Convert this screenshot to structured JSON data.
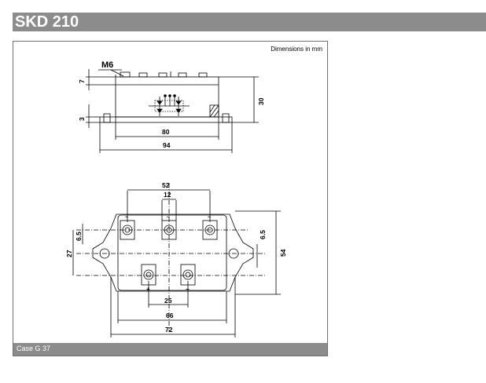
{
  "header": {
    "title": "SKD 210"
  },
  "drawing": {
    "units_note": "Dimensions in mm",
    "caption": "Case G 37",
    "side_view": {
      "thread": "M6",
      "dim_7": "7",
      "dim_3": "3",
      "dim_30": "30",
      "dim_80": "80",
      "dim_94": "94"
    },
    "top_view": {
      "dim_52": "52",
      "dim_12": "12",
      "dim_6_5_left": "6.5",
      "dim_27": "27",
      "dim_6_5_right": "6.5",
      "dim_54": "54",
      "dim_25": "25",
      "dim_66": "66",
      "dim_72": "72"
    },
    "terminal_marks": {
      "ac": "~",
      "plus": "+",
      "minus": "−"
    }
  }
}
